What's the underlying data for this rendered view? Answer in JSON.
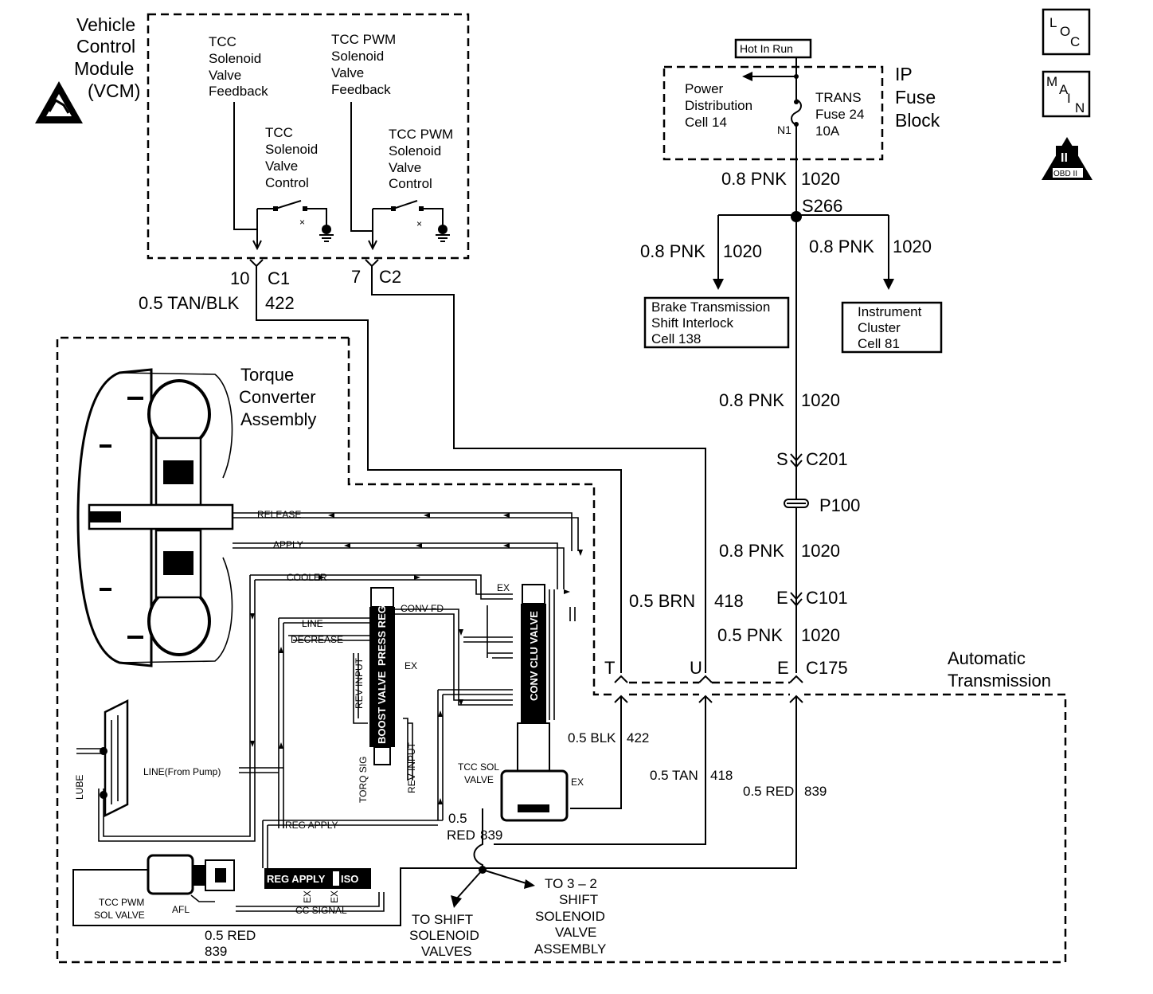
{
  "vcm": {
    "title": [
      "Vehicle",
      "Control",
      "Module",
      "(VCM)"
    ],
    "tcc_feedback": [
      "TCC",
      "Solenoid",
      "Valve",
      "Feedback"
    ],
    "tcc_pwm_feedback": [
      "TCC PWM",
      "Solenoid",
      "Valve",
      "Feedback"
    ],
    "tcc_control": [
      "TCC",
      "Solenoid",
      "Valve",
      "Control"
    ],
    "tcc_pwm_control": [
      "TCC PWM",
      "Solenoid",
      "Valve",
      "Control"
    ]
  },
  "connectors": {
    "c1_pin": "10",
    "c1": "C1",
    "c2_pin": "7",
    "c2": "C2",
    "c201_pin": "S",
    "c201": "C201",
    "p100": "P100",
    "c101_pin": "E",
    "c101": "C101",
    "c175_pin_t": "T",
    "c175_pin_u": "U",
    "c175_pin_e": "E",
    "c175": "C175",
    "s266": "S266"
  },
  "wires": {
    "tan_blk_size": "0.5 TAN/BLK",
    "tan_blk_circuit": "422",
    "pnk_size": "0.8 PNK",
    "pnk_circuit": "1020",
    "pnk_05_size": "0.5 PNK",
    "brn_size": "0.5 BRN",
    "brn_circuit": "418",
    "blk_size": "0.5 BLK",
    "blk_circuit": "422",
    "tan_size": "0.5 TAN",
    "tan_circuit": "418",
    "red_size": "0.5 RED",
    "red_circuit": "839",
    "red_split_size": "0.5",
    "red_split_color": "RED",
    "red_split_circuit": "839",
    "red_bottom_size": "0.5 RED",
    "red_bottom_circuit": "839"
  },
  "fuse": {
    "hot": "Hot In Run",
    "pdc": [
      "Power",
      "Distribution",
      "Cell 14"
    ],
    "trans": [
      "TRANS",
      "Fuse 24",
      "10A"
    ],
    "n1": "N1",
    "block": [
      "IP",
      "Fuse",
      "Block"
    ]
  },
  "boxes": {
    "btsi": [
      "Brake Transmission",
      "Shift Interlock",
      "Cell 138"
    ],
    "ic": [
      "Instrument",
      "Cluster",
      "Cell 81"
    ]
  },
  "torque": {
    "title": [
      "Torque",
      "Converter",
      "Assembly"
    ]
  },
  "trans": {
    "title": [
      "Automatic",
      "Transmission"
    ]
  },
  "hydraulic": {
    "release": "RELEASE",
    "apply": "APPLY",
    "cooler": "COOLER",
    "line": "LINE",
    "decrease": "DECREASE",
    "conv_fd": "CONV FD",
    "ex": "EX",
    "rev_input": "REV INPUT",
    "press_reg": "PRESS REG",
    "boost_valve": "BOOST VALVE",
    "toro_sig": "TORQ SIG",
    "conv_clu": "CONV CLU VALVE",
    "line_pump": "LINE(From Pump)",
    "lube": "LUBE",
    "reg_apply": "REG APPLY",
    "tcc_sol": [
      "TCC SOL",
      "VALVE"
    ],
    "tcc_pwm_sol": [
      "TCC PWM",
      "SOL VALVE"
    ],
    "afl": "AFL",
    "cc_signal": "CC SIGNAL",
    "reg_apply_iso": "REG APPLY",
    "iso": "ISO",
    "to_shift": [
      "TO SHIFT",
      "SOLENOID",
      "VALVES"
    ],
    "to_32": [
      "TO 3 – 2",
      "SHIFT",
      "SOLENOID",
      "VALVE",
      "ASSEMBLY"
    ]
  },
  "icons": {
    "loc": [
      "L",
      "O",
      "C"
    ],
    "main": [
      "M",
      "A",
      "I",
      "N"
    ],
    "obd": [
      "II",
      "OBD II"
    ],
    "esd": "esd-warning-icon"
  }
}
